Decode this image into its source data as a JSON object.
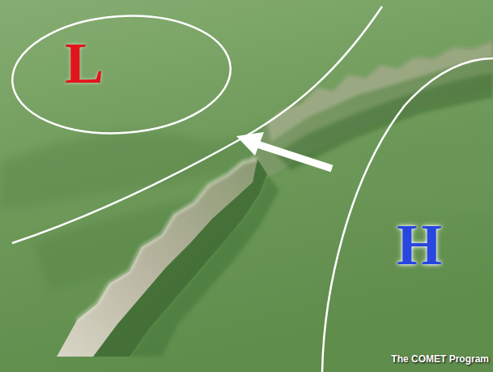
{
  "diagram": {
    "labels": [
      "L",
      "H",
      "The COMET Program"
    ]
  }
}
